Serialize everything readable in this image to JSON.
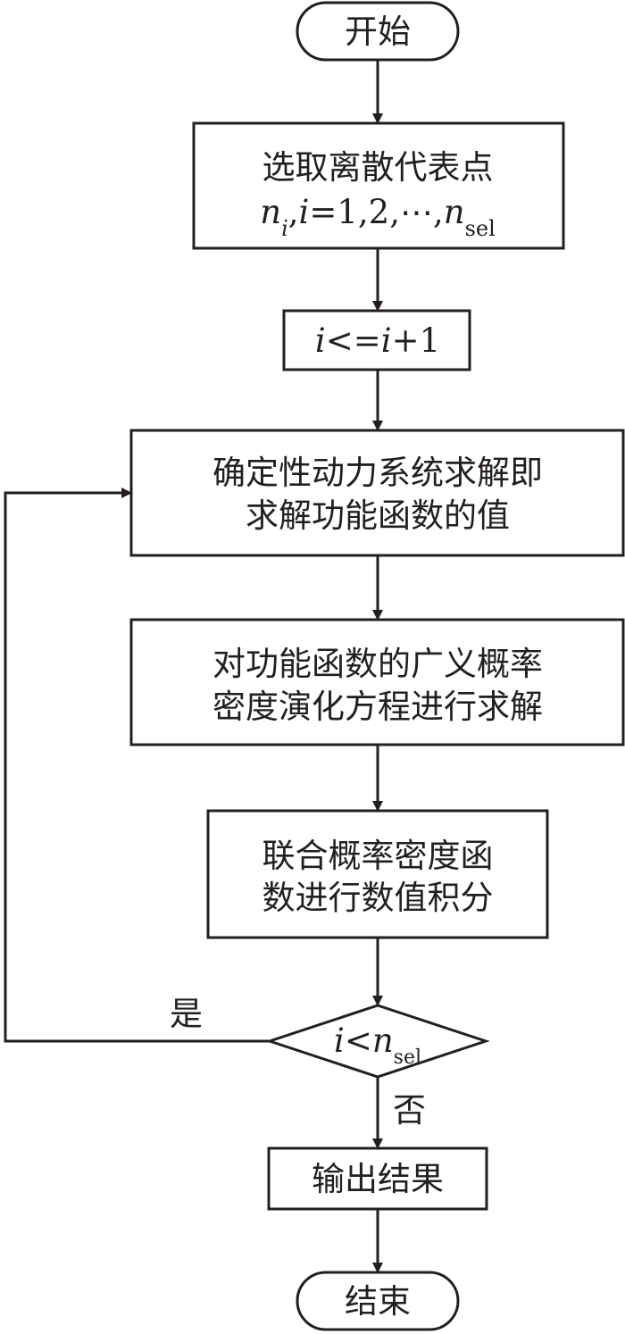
{
  "flowchart": {
    "start": "开始",
    "select_points": {
      "line1": "选取离散代表点",
      "n": "n",
      "i_sub": "i",
      "sep": ",",
      "i": "i",
      "eq": "=1,2,⋯,",
      "n2": "n",
      "sel_sub": "sel"
    },
    "increment": {
      "i1": "i",
      "op": "<=",
      "i2": "i",
      "plus": "+1"
    },
    "solve_system": {
      "line1": "确定性动力系统求解即",
      "line2": "求解功能函数的值"
    },
    "solve_gdee": {
      "line1": "对功能函数的广义概率",
      "line2": "密度演化方程进行求解"
    },
    "integrate": {
      "line1": "联合概率密度函",
      "line2": "数进行数值积分"
    },
    "decision": {
      "i": "i",
      "lt": "<",
      "n": "n",
      "sel_sub": "sel"
    },
    "yes_label": "是",
    "no_label": "否",
    "output": "输出结果",
    "end": "结束"
  }
}
